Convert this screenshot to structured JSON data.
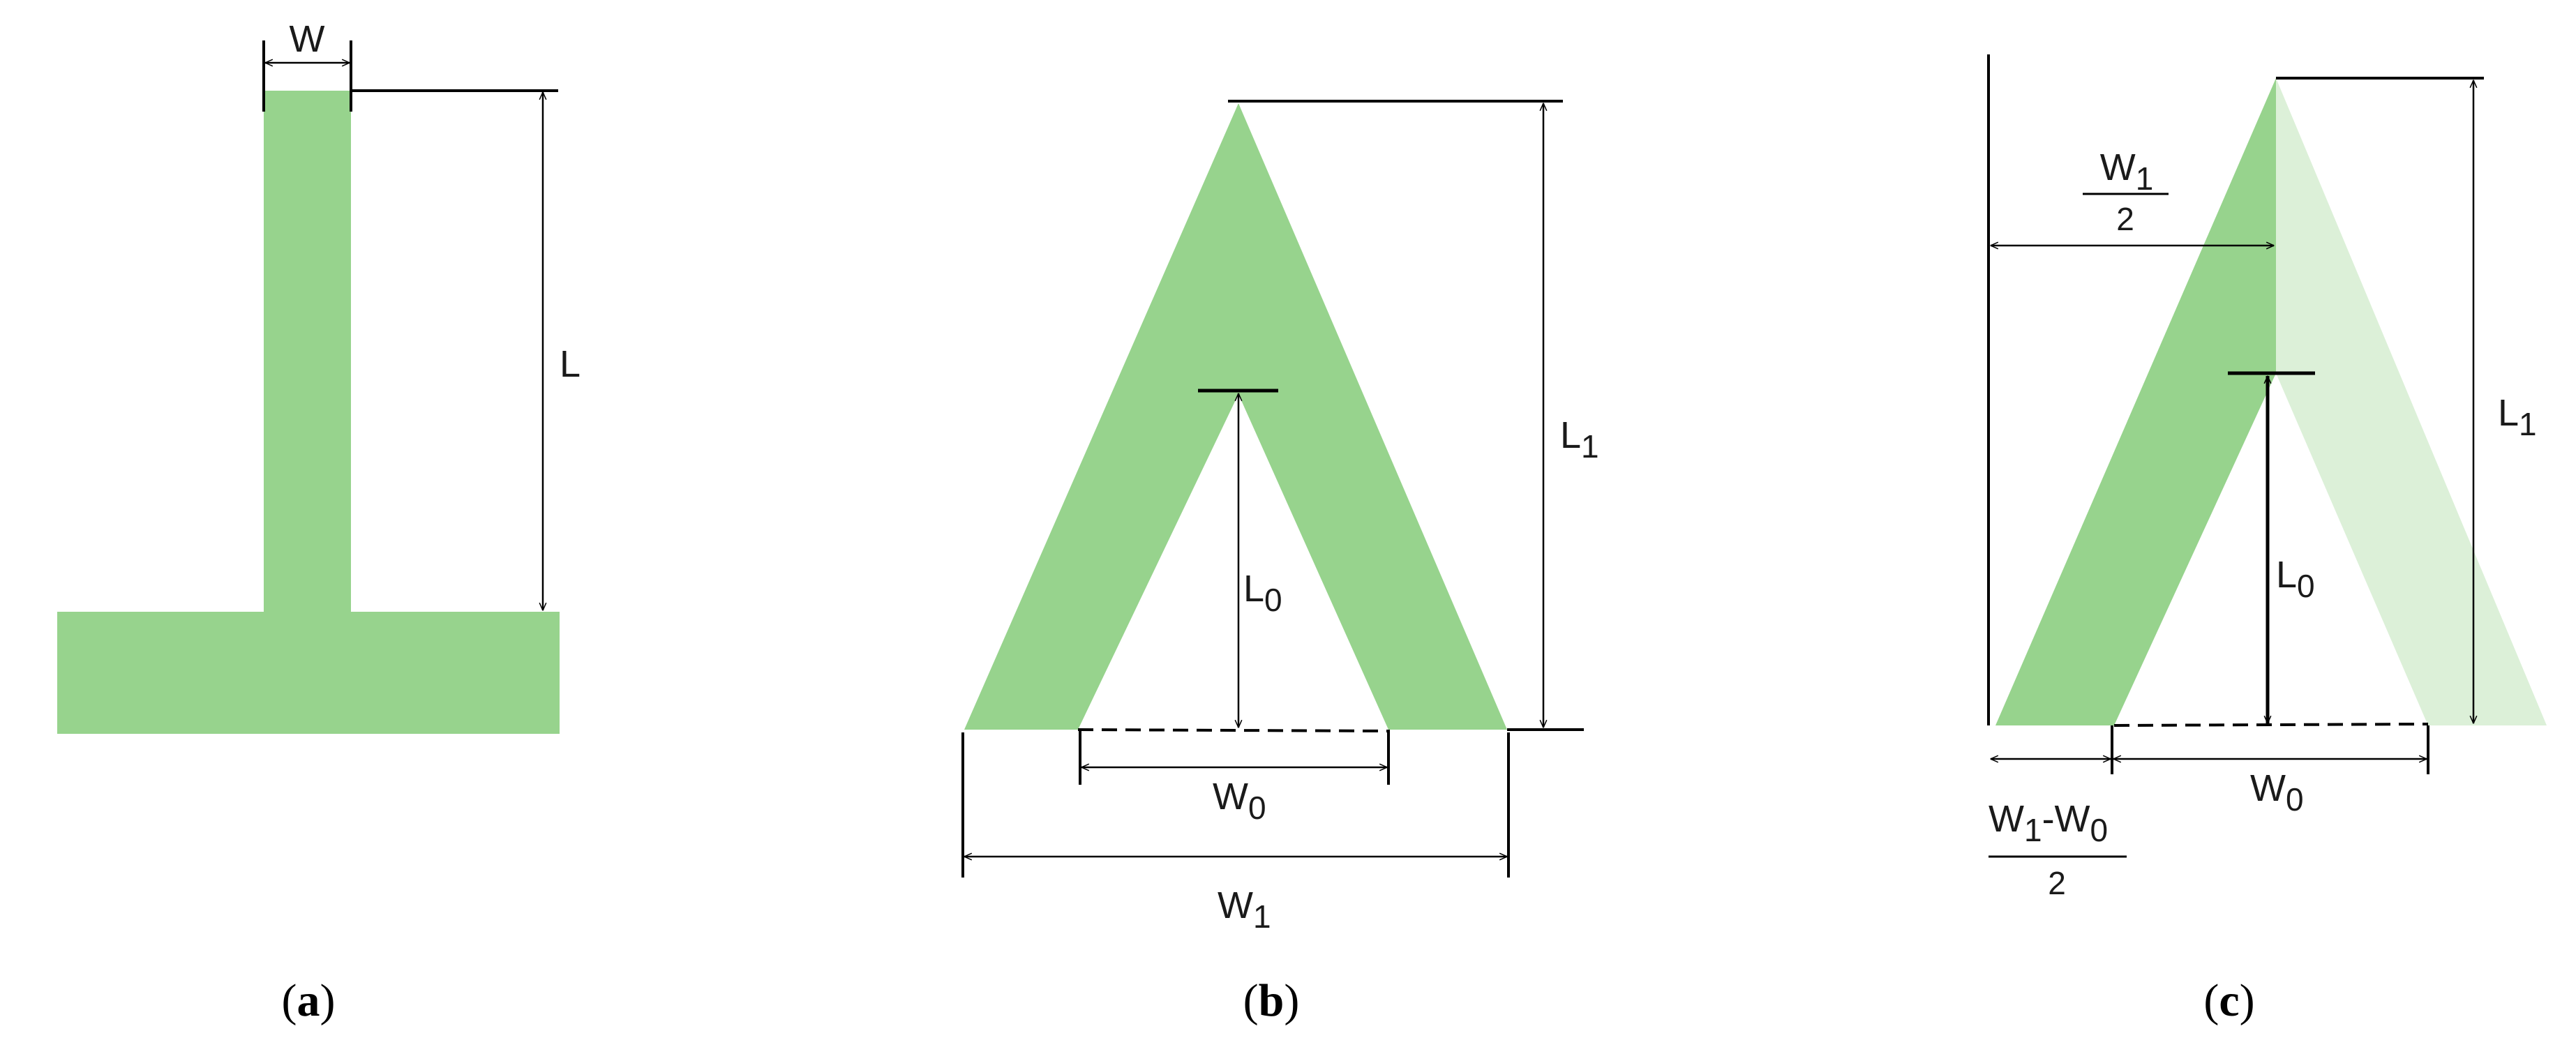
{
  "colors": {
    "fill": "#97d38d",
    "fill_light": "#dcf0d8",
    "line": "#000000"
  },
  "panel_a": {
    "label_w": "W",
    "label_l": "L",
    "caption_letter": "a"
  },
  "panel_b": {
    "label_l1_main": "L",
    "label_l1_sub": "1",
    "label_l0_main": "L",
    "label_l0_sub": "0",
    "label_w0_main": "W",
    "label_w0_sub": "0",
    "label_w1_main": "W",
    "label_w1_sub": "1",
    "caption_letter": "b"
  },
  "panel_c": {
    "half_w1_num_main": "W",
    "half_w1_num_sub": "1",
    "half_w1_den": "2",
    "label_l1_main": "L",
    "label_l1_sub": "1",
    "label_l0_main": "L",
    "label_l0_sub": "0",
    "label_w0_main": "W",
    "label_w0_sub": "0",
    "diff_w1_main": "W",
    "diff_w1_sub": "1",
    "diff_minus": "-",
    "diff_w0_main": "W",
    "diff_w0_sub": "0",
    "diff_den": "2",
    "caption_letter": "c"
  },
  "caption_open": "(",
  "caption_close": ")"
}
